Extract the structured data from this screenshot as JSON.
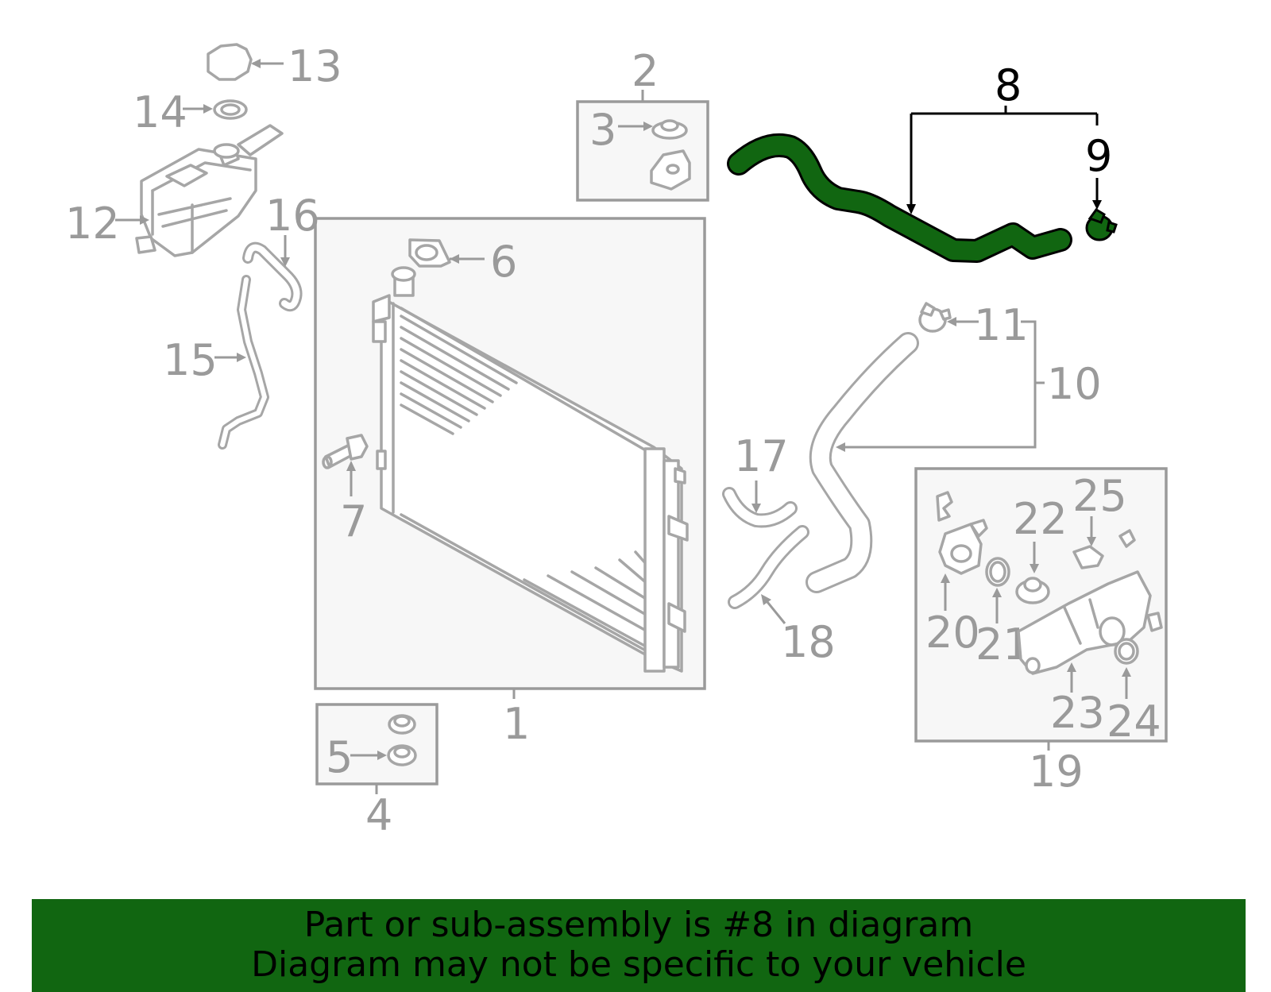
{
  "callouts": [
    {
      "id": "1",
      "label": "1",
      "highlight": false
    },
    {
      "id": "2",
      "label": "2",
      "highlight": false
    },
    {
      "id": "3",
      "label": "3",
      "highlight": false
    },
    {
      "id": "4",
      "label": "4",
      "highlight": false
    },
    {
      "id": "5",
      "label": "5",
      "highlight": false
    },
    {
      "id": "6",
      "label": "6",
      "highlight": false
    },
    {
      "id": "7",
      "label": "7",
      "highlight": false
    },
    {
      "id": "8",
      "label": "8",
      "highlight": true
    },
    {
      "id": "9",
      "label": "9",
      "highlight": true
    },
    {
      "id": "10",
      "label": "10",
      "highlight": false
    },
    {
      "id": "11",
      "label": "11",
      "highlight": false
    },
    {
      "id": "12",
      "label": "12",
      "highlight": false
    },
    {
      "id": "13",
      "label": "13",
      "highlight": false
    },
    {
      "id": "14",
      "label": "14",
      "highlight": false
    },
    {
      "id": "15",
      "label": "15",
      "highlight": false
    },
    {
      "id": "16",
      "label": "16",
      "highlight": false
    },
    {
      "id": "17",
      "label": "17",
      "highlight": false
    },
    {
      "id": "18",
      "label": "18",
      "highlight": false
    },
    {
      "id": "19",
      "label": "19",
      "highlight": false
    },
    {
      "id": "20",
      "label": "20",
      "highlight": false
    },
    {
      "id": "21",
      "label": "21",
      "highlight": false
    },
    {
      "id": "22",
      "label": "22",
      "highlight": false
    },
    {
      "id": "23",
      "label": "23",
      "highlight": false
    },
    {
      "id": "24",
      "label": "24",
      "highlight": false
    },
    {
      "id": "25",
      "label": "25",
      "highlight": false
    }
  ],
  "banner": {
    "line1": "Part or sub-assembly is #8 in diagram",
    "line2": "Diagram may not be specific to your vehicle"
  },
  "colors": {
    "highlight_part": "#116611",
    "banner_bg": "#116611",
    "line_gray": "#9a9a9a",
    "highlight_line": "#000000"
  }
}
